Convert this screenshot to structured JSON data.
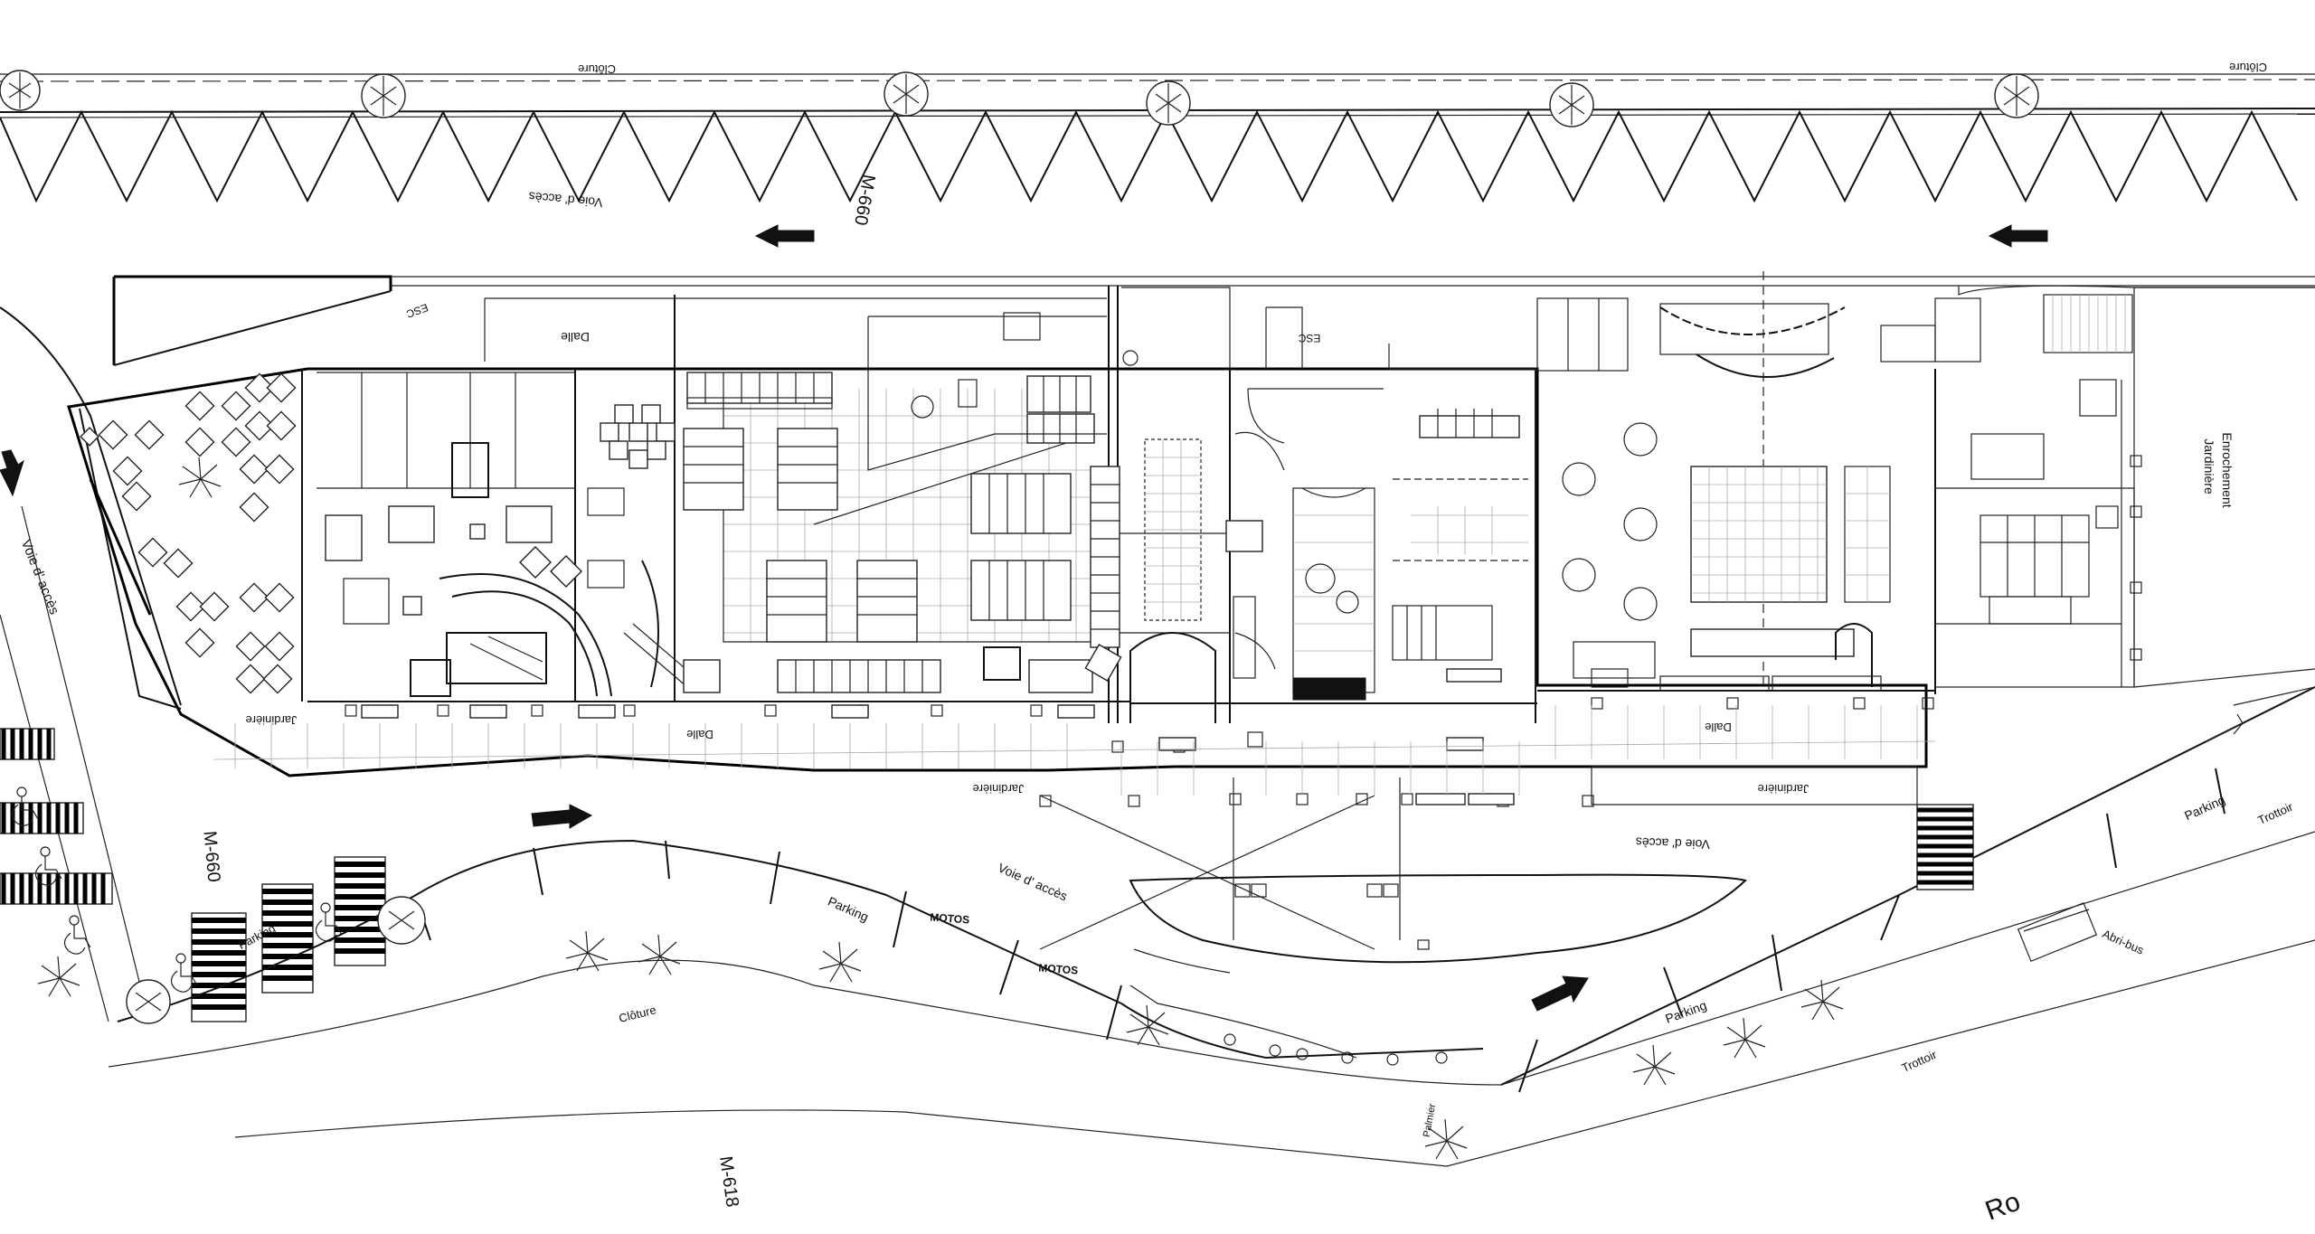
{
  "labels": {
    "cloture_top_left": "Clôture",
    "cloture_top_right": "Clôture",
    "voie_acces_top": "Voie d' accès",
    "road_m660_top": "M-660",
    "road_m660_left": "M-660",
    "road_m618": "M-618",
    "road_partial": "Ro",
    "voie_acces_left": "Voie d' accès",
    "voie_acces_center": "Voie d' accès",
    "voie_acces_right": "Voie d' accès",
    "dalle_top": "Dalle",
    "dalle_center": "Dalle",
    "dalle_right": "Dalle",
    "esc_left": "ESC",
    "esc_center": "ESC",
    "jardiniere_left": "Jardinière",
    "jardiniere_center": "Jardinière",
    "jardiniere_right": "Jardinière",
    "jardiniere_vertical": "Jardinière",
    "enrochement": "Enrochement",
    "parking_center": "Parking",
    "parking_right": "Parking",
    "parking_far_right": "Parking",
    "parking_left": "Parking",
    "motos_1": "MOTOS",
    "motos_2": "MOTOS",
    "cloture_bottom": "Clôture",
    "trottoir_1": "Trottoir",
    "trottoir_2": "Trottoir",
    "abri_bus": "Abri-bus",
    "palmier": "Palmier"
  },
  "colors": {
    "line": "#111111",
    "background": "#ffffff",
    "grid": "#aaaaaa"
  }
}
